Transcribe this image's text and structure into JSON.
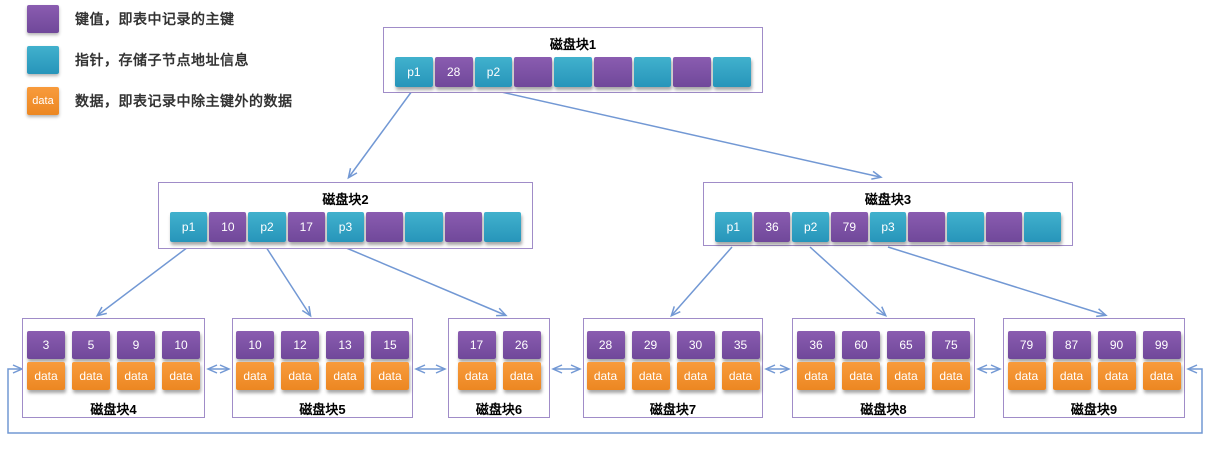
{
  "colors": {
    "key": "#70489a",
    "pointer": "#2795ba",
    "data": "#ec8722",
    "border": "#a08cc8",
    "arrow": "#7298d4"
  },
  "legend": {
    "items": [
      {
        "icon": "key-swatch",
        "swatch_text": "",
        "label": "键值，即表中记录的主键"
      },
      {
        "icon": "pointer-swatch",
        "swatch_text": "",
        "label": "指针，存储子节点地址信息"
      },
      {
        "icon": "data-swatch",
        "swatch_text": "data",
        "label": "数据，即表记录中除主键外的数据"
      }
    ]
  },
  "internal_nodes": [
    {
      "title": "磁盘块1",
      "cells": [
        {
          "type": "pointer",
          "text": "p1"
        },
        {
          "type": "key",
          "text": "28"
        },
        {
          "type": "pointer",
          "text": "p2"
        },
        {
          "type": "key",
          "text": ""
        },
        {
          "type": "pointer",
          "text": ""
        },
        {
          "type": "key",
          "text": ""
        },
        {
          "type": "pointer",
          "text": ""
        },
        {
          "type": "key",
          "text": ""
        },
        {
          "type": "pointer",
          "text": ""
        }
      ]
    },
    {
      "title": "磁盘块2",
      "cells": [
        {
          "type": "pointer",
          "text": "p1"
        },
        {
          "type": "key",
          "text": "10"
        },
        {
          "type": "pointer",
          "text": "p2"
        },
        {
          "type": "key",
          "text": "17"
        },
        {
          "type": "pointer",
          "text": "p3"
        },
        {
          "type": "key",
          "text": ""
        },
        {
          "type": "pointer",
          "text": ""
        },
        {
          "type": "key",
          "text": ""
        },
        {
          "type": "pointer",
          "text": ""
        }
      ]
    },
    {
      "title": "磁盘块3",
      "cells": [
        {
          "type": "pointer",
          "text": "p1"
        },
        {
          "type": "key",
          "text": "36"
        },
        {
          "type": "pointer",
          "text": "p2"
        },
        {
          "type": "key",
          "text": "79"
        },
        {
          "type": "pointer",
          "text": "p3"
        },
        {
          "type": "key",
          "text": ""
        },
        {
          "type": "pointer",
          "text": ""
        },
        {
          "type": "key",
          "text": ""
        },
        {
          "type": "pointer",
          "text": ""
        }
      ]
    }
  ],
  "leaf_nodes": [
    {
      "title": "磁盘块4",
      "entries": [
        {
          "key": "3",
          "data": "data"
        },
        {
          "key": "5",
          "data": "data"
        },
        {
          "key": "9",
          "data": "data"
        },
        {
          "key": "10",
          "data": "data"
        }
      ]
    },
    {
      "title": "磁盘块5",
      "entries": [
        {
          "key": "10",
          "data": "data"
        },
        {
          "key": "12",
          "data": "data"
        },
        {
          "key": "13",
          "data": "data"
        },
        {
          "key": "15",
          "data": "data"
        }
      ]
    },
    {
      "title": "磁盘块6",
      "entries": [
        {
          "key": "17",
          "data": "data"
        },
        {
          "key": "26",
          "data": "data"
        }
      ]
    },
    {
      "title": "磁盘块7",
      "entries": [
        {
          "key": "28",
          "data": "data"
        },
        {
          "key": "29",
          "data": "data"
        },
        {
          "key": "30",
          "data": "data"
        },
        {
          "key": "35",
          "data": "data"
        }
      ]
    },
    {
      "title": "磁盘块8",
      "entries": [
        {
          "key": "36",
          "data": "data"
        },
        {
          "key": "60",
          "data": "data"
        },
        {
          "key": "65",
          "data": "data"
        },
        {
          "key": "75",
          "data": "data"
        }
      ]
    },
    {
      "title": "磁盘块9",
      "entries": [
        {
          "key": "79",
          "data": "data"
        },
        {
          "key": "87",
          "data": "data"
        },
        {
          "key": "90",
          "data": "data"
        },
        {
          "key": "99",
          "data": "data"
        }
      ]
    }
  ]
}
